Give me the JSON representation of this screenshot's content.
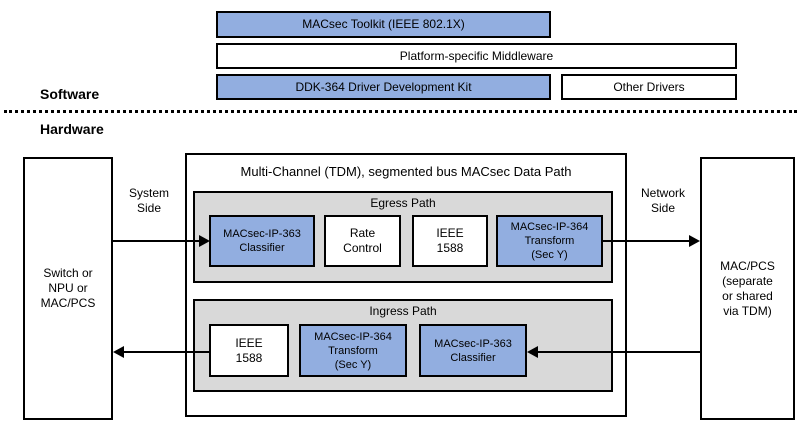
{
  "colors": {
    "block_blue": "#92aee0",
    "panel_gray": "#d9d9d9",
    "line_black": "#000000",
    "background_white": "#ffffff"
  },
  "software": {
    "section_label": "Software",
    "toolkit": "MACsec Toolkit (IEEE 802.1X)",
    "middleware": "Platform-specific Middleware",
    "ddk": "DDK-364 Driver Development Kit",
    "other_drivers": "Other Drivers"
  },
  "hardware": {
    "section_label": "Hardware",
    "switch_box": "Switch or\nNPU or\nMAC/PCS",
    "mac_pcs_box": "MAC/PCS\n(separate\nor shared\nvia TDM)",
    "system_side": "System\nSide",
    "network_side": "Network\nSide",
    "datapath_title": "Multi-Channel (TDM), segmented bus MACsec Data Path",
    "egress": {
      "title": "Egress Path",
      "classifier": "MACsec-IP-363\nClassifier",
      "rate_control": "Rate\nControl",
      "ieee_1588": "IEEE\n1588",
      "transform": "MACsec-IP-364\nTransform\n(Sec Y)"
    },
    "ingress": {
      "title": "Ingress Path",
      "ieee_1588": "IEEE\n1588",
      "transform": "MACsec-IP-364\nTransform\n(Sec Y)",
      "classifier": "MACsec-IP-363\nClassifier"
    }
  }
}
